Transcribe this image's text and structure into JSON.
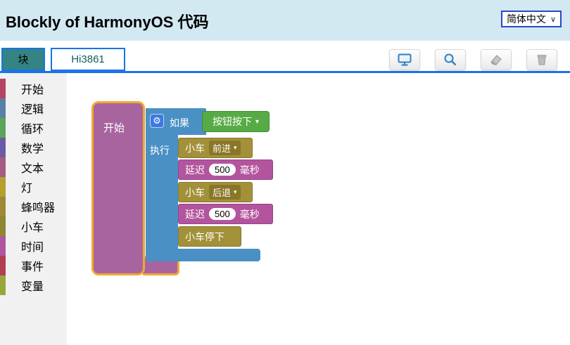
{
  "header": {
    "title": "Blockly of HarmonyOS 代码",
    "language": "简体中文",
    "language_chevron": "∨"
  },
  "tabs": [
    {
      "label": "块"
    },
    {
      "label": "Hi3861"
    }
  ],
  "toolbar": {
    "icons": [
      "monitor-icon",
      "search-icon",
      "eraser-icon",
      "trash-icon"
    ]
  },
  "sidebar": {
    "items": [
      {
        "label": "开始",
        "color": "#b54562"
      },
      {
        "label": "逻辑",
        "color": "#5b80a5"
      },
      {
        "label": "循环",
        "color": "#5ba55b"
      },
      {
        "label": "数学",
        "color": "#6a5ba5"
      },
      {
        "label": "文本",
        "color": "#a55b80"
      },
      {
        "label": "灯",
        "color": "#b3a02f"
      },
      {
        "label": "蜂鸣器",
        "color": "#a0883a"
      },
      {
        "label": "小车",
        "color": "#8f862f"
      },
      {
        "label": "时间",
        "color": "#b0569f"
      },
      {
        "label": "事件",
        "color": "#b23f4f"
      },
      {
        "label": "变量",
        "color": "#9aa53b"
      }
    ]
  },
  "workspace": {
    "start": {
      "label": "开始"
    },
    "if_block": {
      "if": "如果",
      "do": "执行",
      "gear": "⚙"
    },
    "condition": {
      "label": "按钮按下",
      "chevron": "▾"
    },
    "statements": [
      {
        "label": "小车",
        "dropdown": "前进",
        "chevron": "▾"
      },
      {
        "prefix": "延迟",
        "value": "500",
        "suffix": "毫秒"
      },
      {
        "label": "小车",
        "dropdown": "后退",
        "chevron": "▾"
      },
      {
        "prefix": "延迟",
        "value": "500",
        "suffix": "毫秒"
      },
      {
        "label": "小车停下"
      }
    ]
  },
  "colors": {
    "header_bg": "#d2e9f2",
    "accent_blue": "#1a73e8",
    "tab_active_teal": "#348484",
    "start_block": "#a8649e",
    "selection_gold": "#f0a92e",
    "if_block": "#4a90c4",
    "condition_green": "#57ab46",
    "car_olive": "#a3913a",
    "delay_magenta": "#b2559e"
  }
}
